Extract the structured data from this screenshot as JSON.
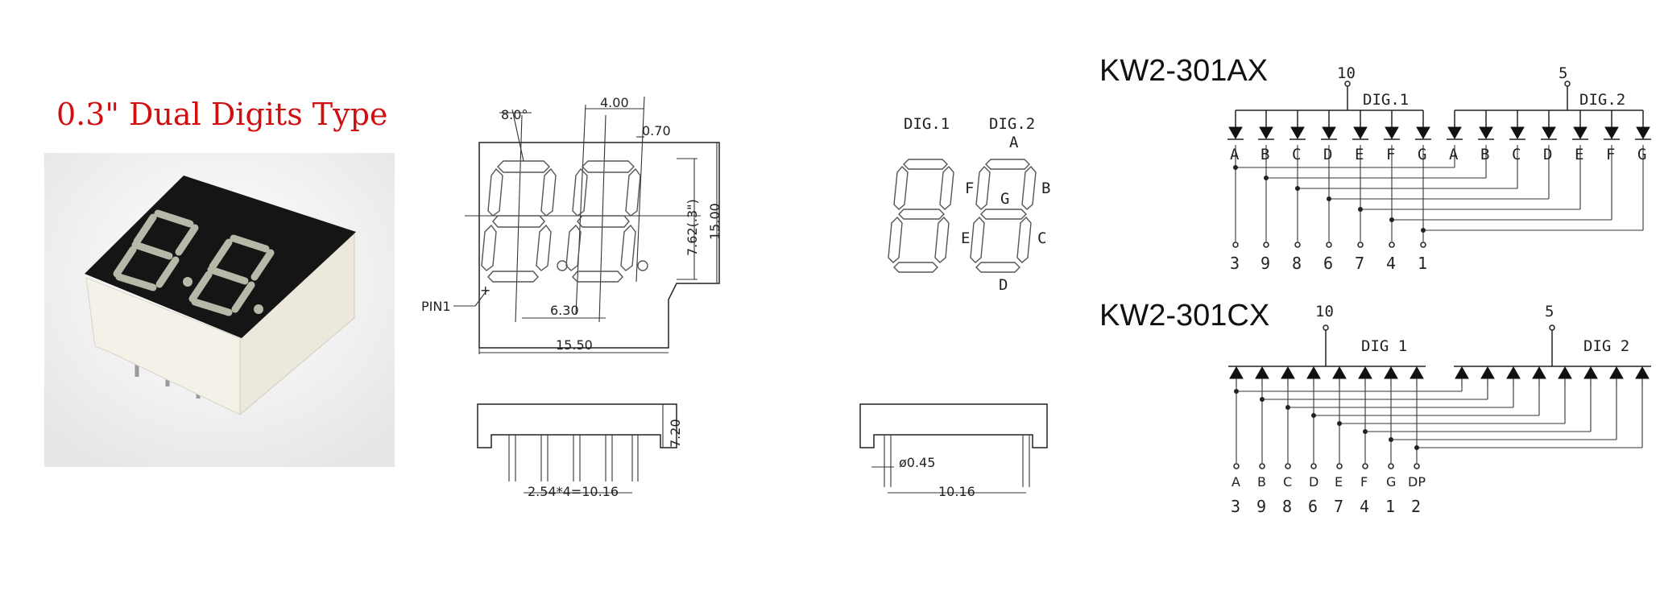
{
  "product_title": "0.3\" Dual Digits Type",
  "dimensions": {
    "angle": "8.0°",
    "pitch": "4.00",
    "dp_gap": "0.70",
    "digit_height": "7.62(.3\")",
    "body_height": "15.00",
    "digit_spacing": "6.30",
    "body_width": "15.50",
    "side_height": "7.20",
    "pin_pitch": "2.54*4=10.16",
    "pin_dia": "ø0.45",
    "row_spacing": "10.16",
    "pin1_label": "PIN1"
  },
  "segment_diagram": {
    "dig1": "DIG.1",
    "dig2": "DIG.2",
    "labels": {
      "a": "A",
      "b": "B",
      "c": "C",
      "d": "D",
      "e": "E",
      "f": "F",
      "g": "G"
    }
  },
  "ax": {
    "title": "KW2-301AX",
    "common1": "10",
    "common2": "5",
    "dig1": "DIG.1",
    "dig2": "DIG.2",
    "segments": [
      "A",
      "B",
      "C",
      "D",
      "E",
      "F",
      "G"
    ],
    "pins": [
      "3",
      "9",
      "8",
      "6",
      "7",
      "4",
      "1"
    ]
  },
  "cx": {
    "title": "KW2-301CX",
    "common1": "10",
    "common2": "5",
    "dig1": "DIG 1",
    "dig2": "DIG 2",
    "segments": [
      "A",
      "B",
      "C",
      "D",
      "E",
      "F",
      "G",
      "DP"
    ],
    "pins": [
      "3",
      "9",
      "8",
      "6",
      "7",
      "4",
      "1",
      "2"
    ]
  }
}
